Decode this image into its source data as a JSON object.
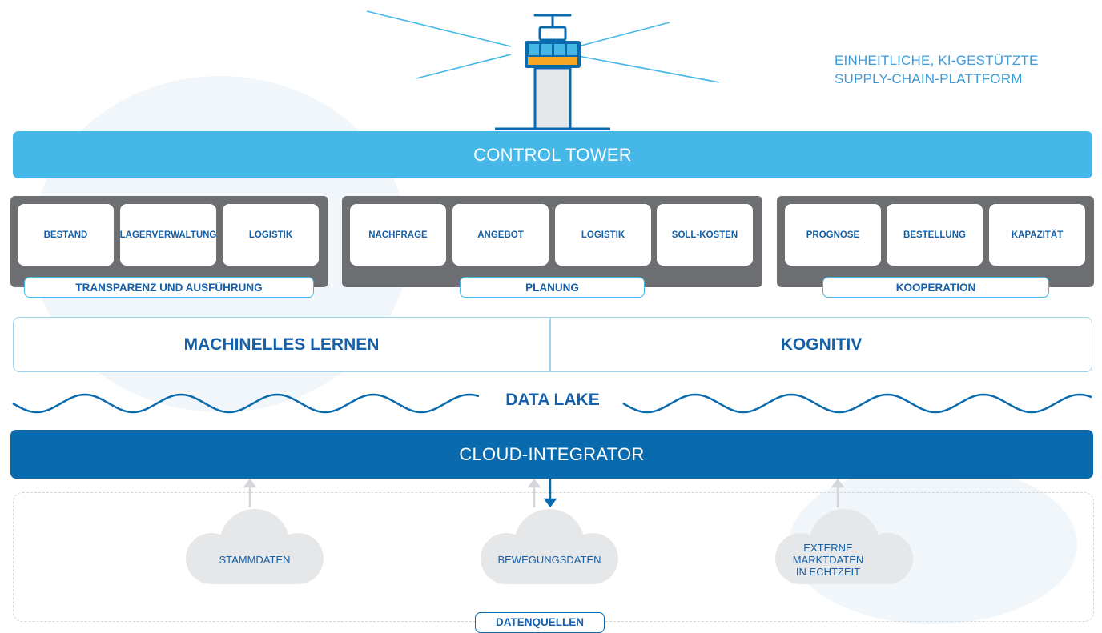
{
  "headline": {
    "line1": "EINHEITLICHE, KI-GESTÜTZTE",
    "line2": "SUPPLY-CHAIN-PLATTFORM"
  },
  "control_tower": {
    "label": "CONTROL TOWER"
  },
  "groups": [
    {
      "label": "TRANSPARENZ UND AUSFÜHRUNG",
      "tiles": [
        "BESTAND",
        "LAGERVERWALTUNG",
        "LOGISTIK"
      ]
    },
    {
      "label": "PLANUNG",
      "tiles": [
        "NACHFRAGE",
        "ANGEBOT",
        "LOGISTIK",
        "SOLL-KOSTEN"
      ]
    },
    {
      "label": "KOOPERATION",
      "tiles": [
        "PROGNOSE",
        "BESTELLUNG",
        "KAPAZITÄT"
      ]
    }
  ],
  "analytics": {
    "left": "MACHINELLES LERNEN",
    "right": "KOGNITIV"
  },
  "data_lake": {
    "label": "DATA LAKE"
  },
  "cloud_integrator": {
    "label": "CLOUD-INTEGRATOR"
  },
  "sources": {
    "items": [
      {
        "lines": [
          "STAMMDATEN"
        ]
      },
      {
        "lines": [
          "BEWEGUNGSDATEN"
        ]
      },
      {
        "lines": [
          "EXTERNE",
          "MARKTDATEN",
          "IN ECHTZEIT"
        ]
      }
    ],
    "label": "DATENQUELLEN"
  },
  "colors": {
    "light_blue": "#45b8e8",
    "dark_blue": "#0a6aae",
    "text_blue": "#1560a8",
    "group_gray": "#6d6e71",
    "tower_orange": "#f5a623",
    "cloud_gray": "#e6e7e8"
  },
  "icons": [
    "control-tower-icon",
    "cloud-icon",
    "arrow-up-icon",
    "arrow-down-icon",
    "wave-line"
  ]
}
